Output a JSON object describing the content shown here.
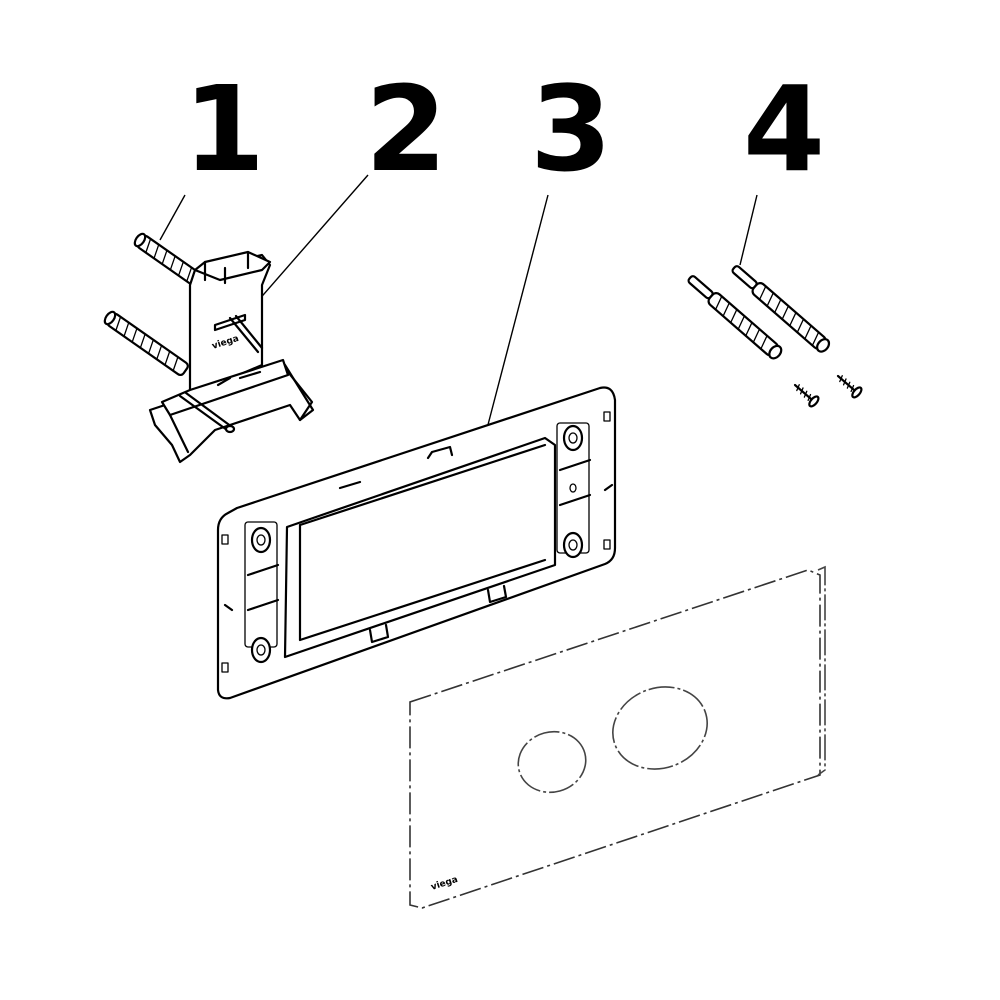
{
  "callouts": [
    {
      "label": "1"
    },
    {
      "label": "2"
    },
    {
      "label": "3"
    },
    {
      "label": "4"
    }
  ],
  "brand_mark": "viega"
}
